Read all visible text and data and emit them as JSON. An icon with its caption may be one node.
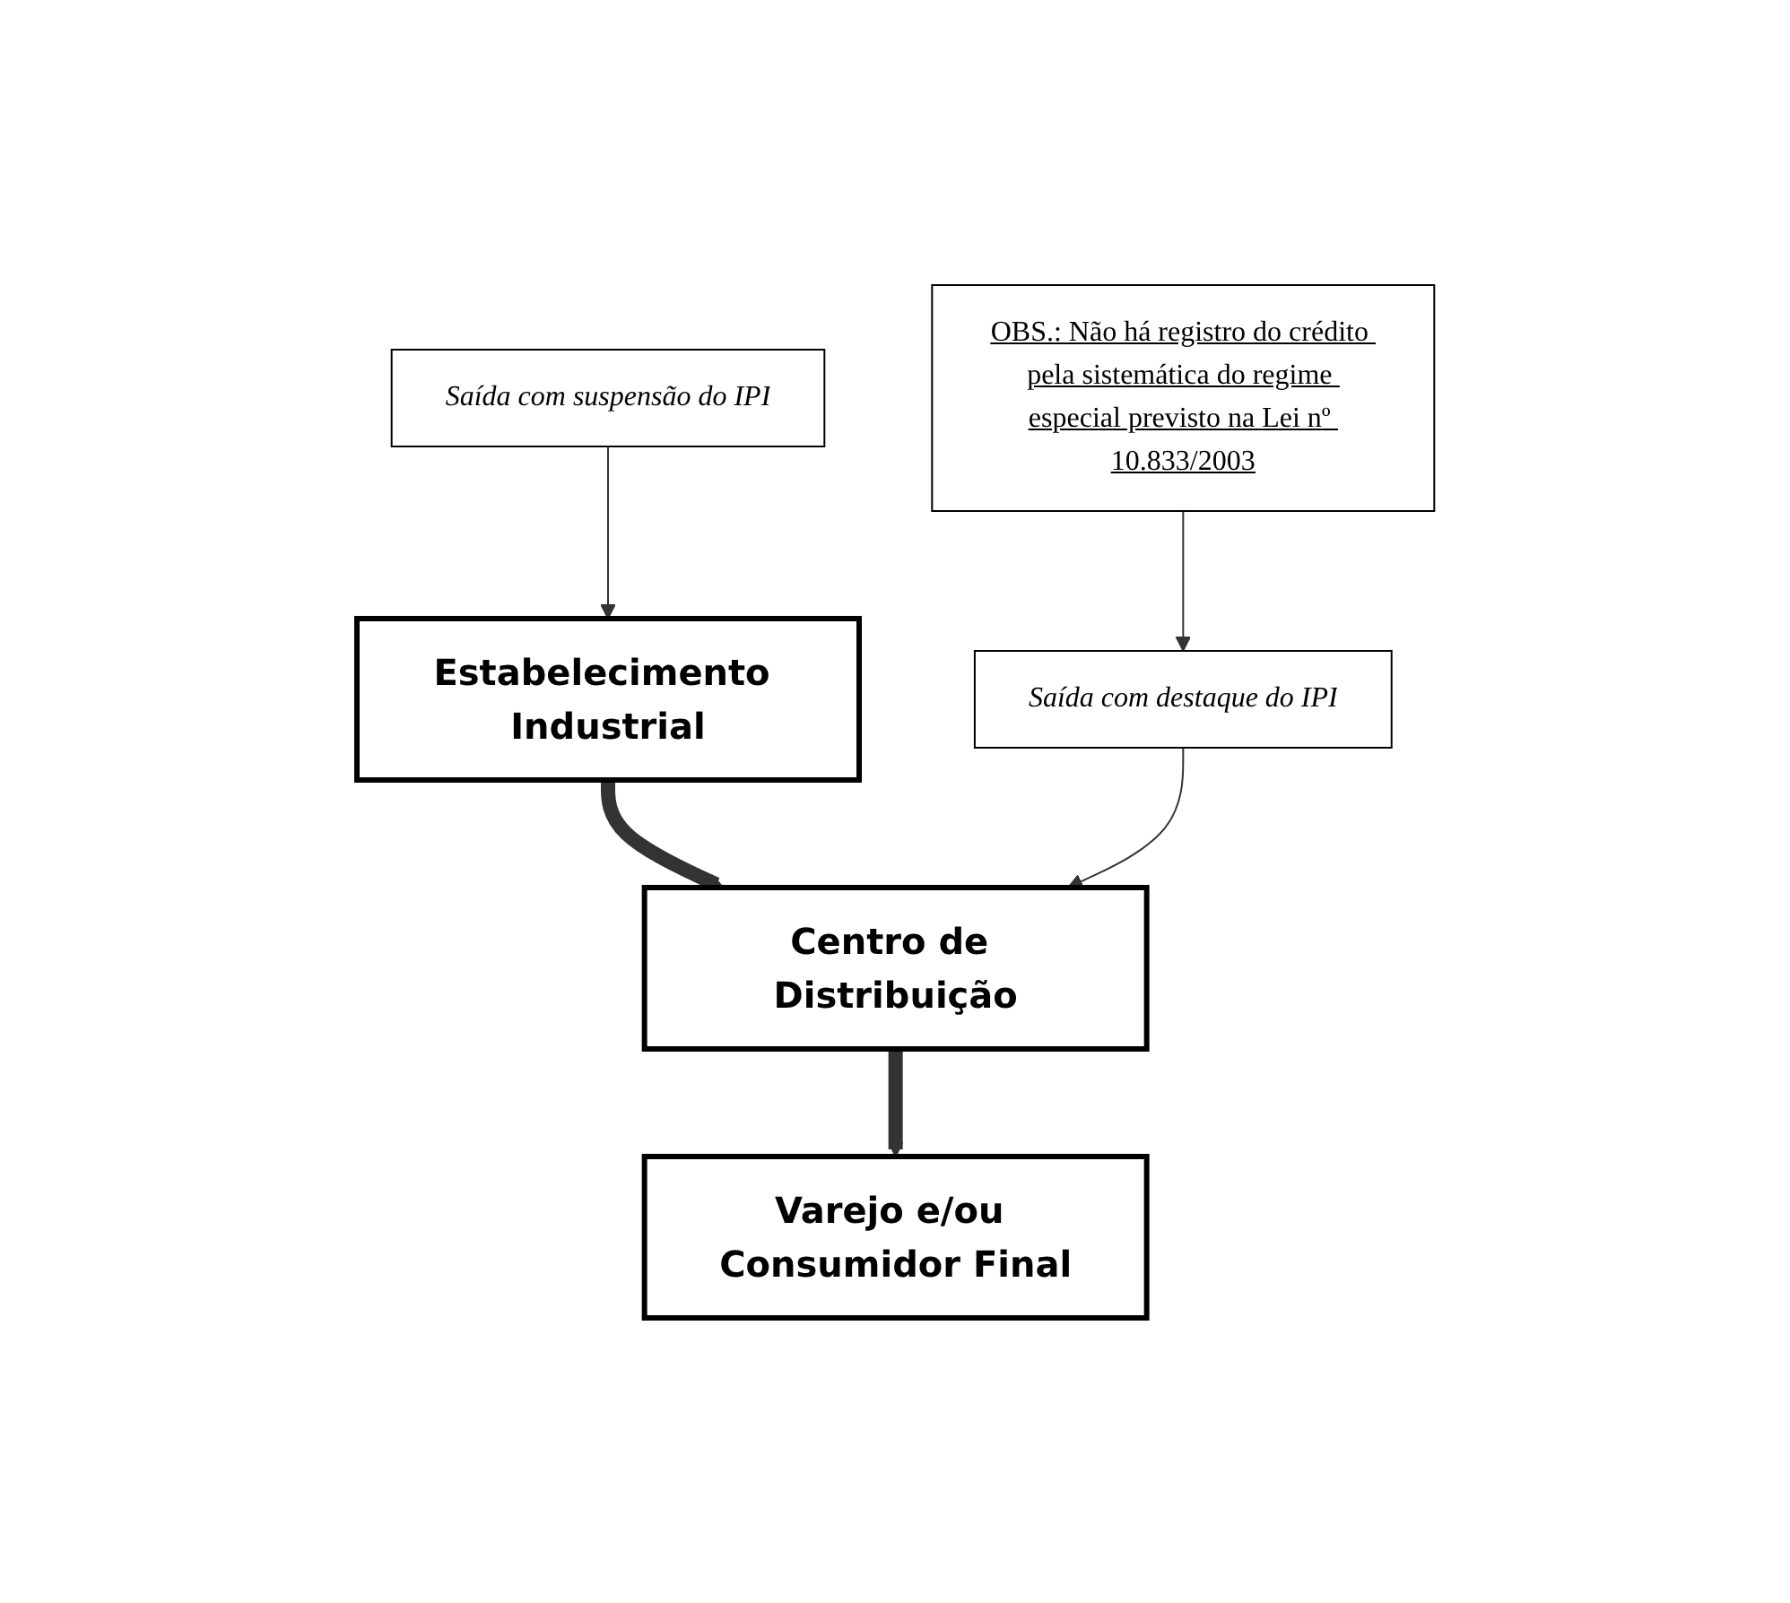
{
  "diagram": {
    "nodes": [
      {
        "text": [
          "Estabelecimento Industrial"
        ]
      },
      {
        "text": [
          "Centro de Distribuição"
        ]
      },
      {
        "text": [
          "Varejo e/ou Consumidor Final"
        ]
      },
      {
        "text": [
          "Saída com suspensão do IPI"
        ]
      },
      {
        "text": [
          "Saída com destaque do IPI"
        ]
      },
      {
        "text": [
          "OBS.: Não há registro do crédito pela sistemática do regime especial previsto na Lei nº 10.833/2003"
        ]
      }
    ],
    "edges": [
      {
        "from": 0,
        "to": 1,
        "arrow": "to",
        "style": "thick"
      },
      {
        "from": 1,
        "to": 2,
        "arrow": "to",
        "style": "thick"
      },
      {
        "from": 3,
        "to": 0,
        "arrow": "to"
      },
      {
        "from": 4,
        "to": 1,
        "arrow": "to"
      },
      {
        "from": 5,
        "to": 4,
        "arrow": "to"
      }
    ]
  }
}
